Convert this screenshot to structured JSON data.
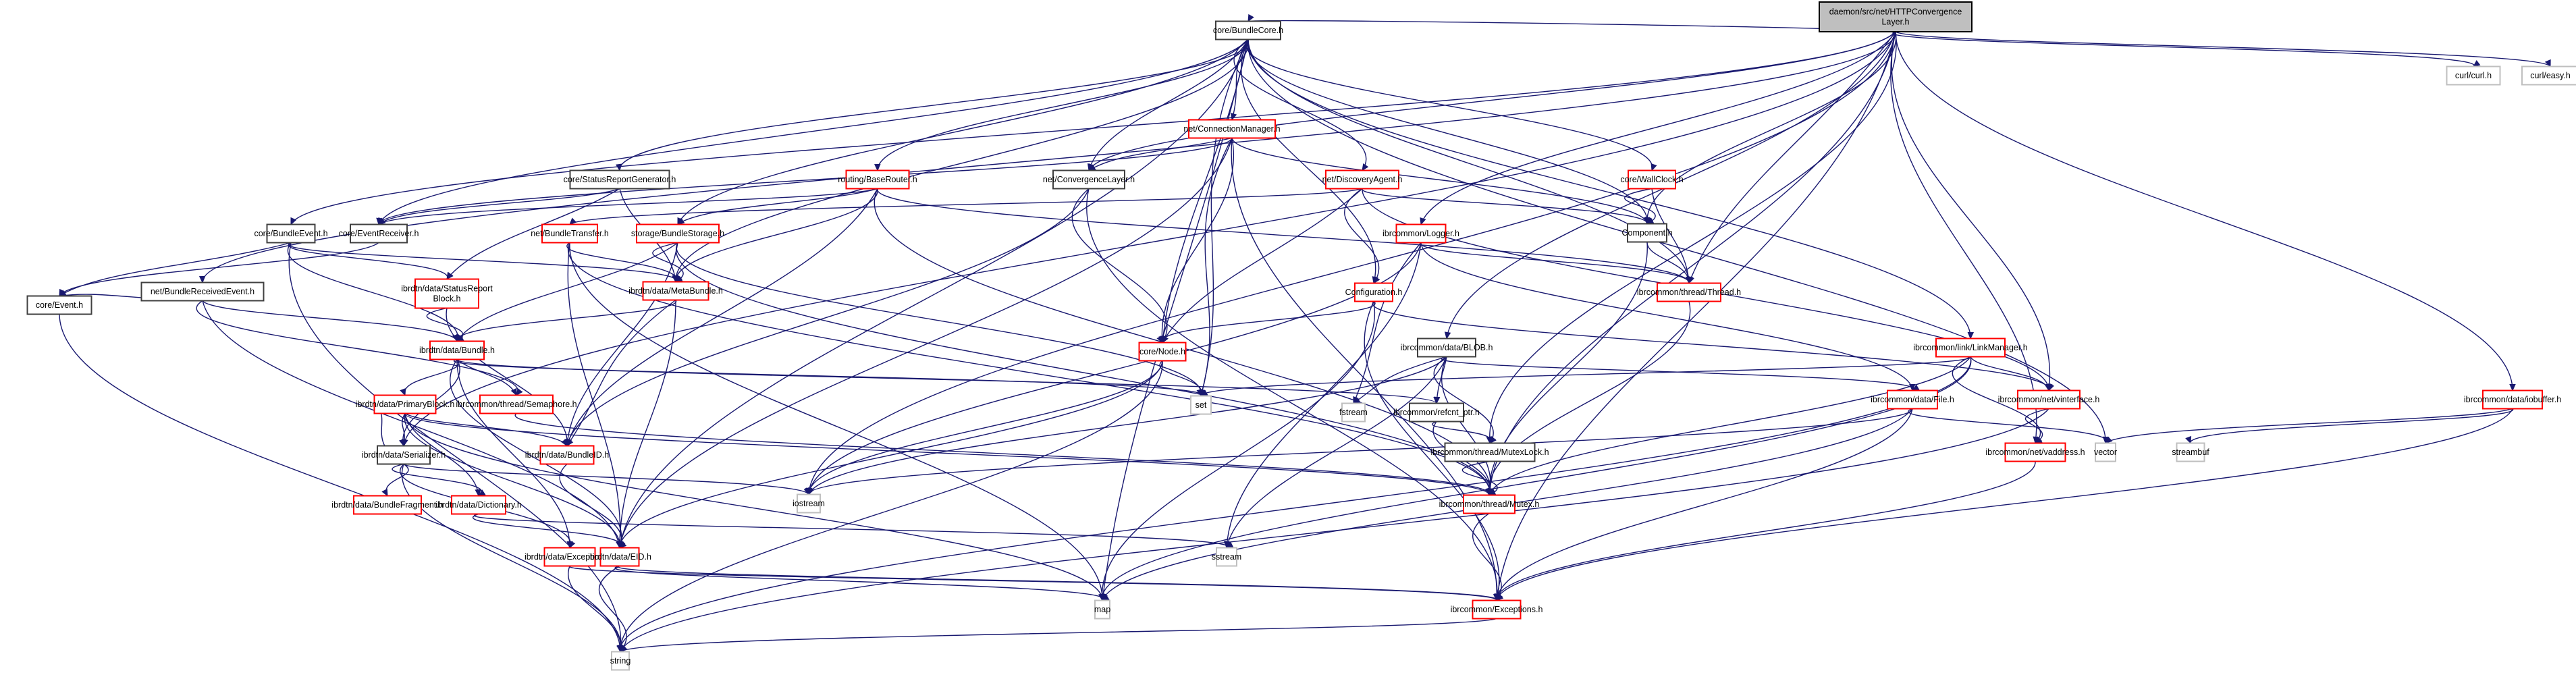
{
  "graph_title": "daemon/src/net/HTTPConvergenceLayer.h include dependency graph",
  "legend_colors": {
    "root_fill": "#bfbfbf",
    "documented_border": "#404040",
    "undocumented_border": "#ff0000",
    "system_header_border": "#bfbfbf",
    "edge": "#191970"
  },
  "nodes": [
    {
      "id": "root",
      "label": [
        "daemon/src/net/HTTPConvergence",
        "Layer.h"
      ],
      "kind": "root"
    },
    {
      "id": "bundlecore",
      "label": [
        "core/BundleCore.h"
      ],
      "kind": "documented"
    },
    {
      "id": "connmgr",
      "label": [
        "net/ConnectionManager.h"
      ],
      "kind": "undocumented"
    },
    {
      "id": "discovery",
      "label": [
        "net/DiscoveryAgent.h"
      ],
      "kind": "undocumented"
    },
    {
      "id": "wallclock",
      "label": [
        "core/WallClock.h"
      ],
      "kind": "undocumented"
    },
    {
      "id": "statusgen",
      "label": [
        "core/StatusReportGenerator.h"
      ],
      "kind": "documented"
    },
    {
      "id": "baserouter",
      "label": [
        "routing/BaseRouter.h"
      ],
      "kind": "undocumented"
    },
    {
      "id": "convlayer",
      "label": [
        "net/ConvergenceLayer.h"
      ],
      "kind": "documented"
    },
    {
      "id": "component",
      "label": [
        "Component.h"
      ],
      "kind": "documented"
    },
    {
      "id": "bundleevent",
      "label": [
        "core/BundleEvent.h"
      ],
      "kind": "documented"
    },
    {
      "id": "eventreceiver",
      "label": [
        "core/EventReceiver.h"
      ],
      "kind": "documented"
    },
    {
      "id": "bundletransfer",
      "label": [
        "net/BundleTransfer.h"
      ],
      "kind": "undocumented"
    },
    {
      "id": "bundlestorage",
      "label": [
        "storage/BundleStorage.h"
      ],
      "kind": "undocumented"
    },
    {
      "id": "logger",
      "label": [
        "ibrcommon/Logger.h"
      ],
      "kind": "undocumented"
    },
    {
      "id": "thread",
      "label": [
        "ibrcommon/thread/Thread.h"
      ],
      "kind": "undocumented"
    },
    {
      "id": "recvevent",
      "label": [
        "net/BundleReceivedEvent.h"
      ],
      "kind": "documented"
    },
    {
      "id": "event",
      "label": [
        "core/Event.h"
      ],
      "kind": "documented"
    },
    {
      "id": "statusblock",
      "label": [
        "ibrdtn/data/StatusReport",
        "Block.h"
      ],
      "kind": "undocumented"
    },
    {
      "id": "metabundle",
      "label": [
        "ibrdtn/data/MetaBundle.h"
      ],
      "kind": "undocumented"
    },
    {
      "id": "configuration",
      "label": [
        "Configuration.h"
      ],
      "kind": "undocumented"
    },
    {
      "id": "bundle",
      "label": [
        "ibrdtn/data/Bundle.h"
      ],
      "kind": "undocumented"
    },
    {
      "id": "node",
      "label": [
        "core/Node.h"
      ],
      "kind": "undocumented"
    },
    {
      "id": "blob",
      "label": [
        "ibrcommon/data/BLOB.h"
      ],
      "kind": "documented"
    },
    {
      "id": "linkmgr",
      "label": [
        "ibrcommon/link/LinkManager.h"
      ],
      "kind": "undocumented"
    },
    {
      "id": "iobuffer",
      "label": [
        "ibrcommon/data/iobuffer.h"
      ],
      "kind": "undocumented"
    },
    {
      "id": "primaryblock",
      "label": [
        "ibrdtn/data/PrimaryBlock.h"
      ],
      "kind": "undocumented"
    },
    {
      "id": "semaphore",
      "label": [
        "ibrcommon/thread/Semaphore.h"
      ],
      "kind": "undocumented"
    },
    {
      "id": "set",
      "label": [
        "set"
      ],
      "kind": "system"
    },
    {
      "id": "fstream",
      "label": [
        "fstream"
      ],
      "kind": "system"
    },
    {
      "id": "refcnt",
      "label": [
        "ibrcommon/refcnt_ptr.h"
      ],
      "kind": "documented"
    },
    {
      "id": "file",
      "label": [
        "ibrcommon/data/File.h"
      ],
      "kind": "undocumented"
    },
    {
      "id": "vinterface",
      "label": [
        "ibrcommon/net/vinterface.h"
      ],
      "kind": "undocumented"
    },
    {
      "id": "serializer",
      "label": [
        "ibrdtn/data/Serializer.h"
      ],
      "kind": "documented"
    },
    {
      "id": "bundleid",
      "label": [
        "ibrdtn/data/BundleID.h"
      ],
      "kind": "undocumented"
    },
    {
      "id": "mutexlock",
      "label": [
        "ibrcommon/thread/MutexLock.h"
      ],
      "kind": "documented"
    },
    {
      "id": "vaddress",
      "label": [
        "ibrcommon/net/vaddress.h"
      ],
      "kind": "undocumented"
    },
    {
      "id": "vector",
      "label": [
        "vector"
      ],
      "kind": "system"
    },
    {
      "id": "streambuf",
      "label": [
        "streambuf"
      ],
      "kind": "system"
    },
    {
      "id": "bundlefragment",
      "label": [
        "ibrdtn/data/BundleFragment.h"
      ],
      "kind": "undocumented"
    },
    {
      "id": "dictionary",
      "label": [
        "ibrdtn/data/Dictionary.h"
      ],
      "kind": "undocumented"
    },
    {
      "id": "iostream",
      "label": [
        "iostream"
      ],
      "kind": "system"
    },
    {
      "id": "mutex",
      "label": [
        "ibrcommon/thread/Mutex.h"
      ],
      "kind": "undocumented"
    },
    {
      "id": "exceptions",
      "label": [
        "ibrdtn/data/Exceptions.h"
      ],
      "kind": "undocumented"
    },
    {
      "id": "eid",
      "label": [
        "ibrdtn/data/EID.h"
      ],
      "kind": "undocumented"
    },
    {
      "id": "sstream",
      "label": [
        "sstream"
      ],
      "kind": "system"
    },
    {
      "id": "map",
      "label": [
        "map"
      ],
      "kind": "system"
    },
    {
      "id": "ibrexceptions",
      "label": [
        "ibrcommon/Exceptions.h"
      ],
      "kind": "undocumented"
    },
    {
      "id": "string",
      "label": [
        "string"
      ],
      "kind": "system"
    },
    {
      "id": "curl",
      "label": [
        "curl/curl.h"
      ],
      "kind": "system"
    },
    {
      "id": "curleasy",
      "label": [
        "curl/easy.h"
      ],
      "kind": "system"
    }
  ],
  "edges": [
    [
      "root",
      "bundlecore"
    ],
    [
      "root",
      "bundleevent"
    ],
    [
      "root",
      "recvevent"
    ],
    [
      "root",
      "convlayer"
    ],
    [
      "root",
      "logger"
    ],
    [
      "root",
      "component"
    ],
    [
      "root",
      "thread"
    ],
    [
      "root",
      "blob"
    ],
    [
      "root",
      "vinterface"
    ],
    [
      "root",
      "vaddress"
    ],
    [
      "root",
      "mutexlock"
    ],
    [
      "root",
      "iobuffer"
    ],
    [
      "root",
      "curl"
    ],
    [
      "root",
      "curleasy"
    ],
    [
      "root",
      "ibrexceptions"
    ],
    [
      "root",
      "mutex"
    ],
    [
      "root",
      "serializer"
    ],
    [
      "root",
      "iostream"
    ],
    [
      "bundlecore",
      "connmgr"
    ],
    [
      "bundlecore",
      "discovery"
    ],
    [
      "bundlecore",
      "wallclock"
    ],
    [
      "bundlecore",
      "statusgen"
    ],
    [
      "bundlecore",
      "baserouter"
    ],
    [
      "bundlecore",
      "convlayer"
    ],
    [
      "bundlecore",
      "component"
    ],
    [
      "bundlecore",
      "eventreceiver"
    ],
    [
      "bundlecore",
      "bundlestorage"
    ],
    [
      "bundlecore",
      "configuration"
    ],
    [
      "bundlecore",
      "linkmgr"
    ],
    [
      "bundlecore",
      "node"
    ],
    [
      "bundlecore",
      "set"
    ],
    [
      "bundlecore",
      "map"
    ],
    [
      "bundlecore",
      "vector"
    ],
    [
      "bundlecore",
      "eid"
    ],
    [
      "bundlecore",
      "metabundle"
    ],
    [
      "bundlecore",
      "thread"
    ],
    [
      "connmgr",
      "convlayer"
    ],
    [
      "connmgr",
      "node"
    ],
    [
      "connmgr",
      "eventreceiver"
    ],
    [
      "connmgr",
      "component"
    ],
    [
      "connmgr",
      "set"
    ],
    [
      "connmgr",
      "eid"
    ],
    [
      "connmgr",
      "ibrexceptions"
    ],
    [
      "discovery",
      "component"
    ],
    [
      "discovery",
      "node"
    ],
    [
      "discovery",
      "configuration"
    ],
    [
      "discovery",
      "bundletransfer"
    ],
    [
      "discovery",
      "vinterface"
    ],
    [
      "wallclock",
      "component"
    ],
    [
      "wallclock",
      "thread"
    ],
    [
      "statusgen",
      "eventreceiver"
    ],
    [
      "statusgen",
      "metabundle"
    ],
    [
      "statusgen",
      "statusblock"
    ],
    [
      "baserouter",
      "eventreceiver"
    ],
    [
      "baserouter",
      "bundlestorage"
    ],
    [
      "baserouter",
      "metabundle"
    ],
    [
      "baserouter",
      "bundleid"
    ],
    [
      "baserouter",
      "thread"
    ],
    [
      "baserouter",
      "mutex"
    ],
    [
      "convlayer",
      "node"
    ],
    [
      "convlayer",
      "bundleid"
    ],
    [
      "convlayer",
      "ibrexceptions"
    ],
    [
      "component",
      "thread"
    ],
    [
      "component",
      "mutex"
    ],
    [
      "bundleevent",
      "event"
    ],
    [
      "bundleevent",
      "statusblock"
    ],
    [
      "bundleevent",
      "metabundle"
    ],
    [
      "bundleevent",
      "bundle"
    ],
    [
      "bundleevent",
      "string"
    ],
    [
      "eventreceiver",
      "event"
    ],
    [
      "bundletransfer",
      "metabundle"
    ],
    [
      "bundletransfer",
      "eid"
    ],
    [
      "bundletransfer",
      "mutex"
    ],
    [
      "bundletransfer",
      "map"
    ],
    [
      "bundlestorage",
      "bundle"
    ],
    [
      "bundlestorage",
      "metabundle"
    ],
    [
      "bundlestorage",
      "bundleid"
    ],
    [
      "bundlestorage",
      "set"
    ],
    [
      "bundlestorage",
      "mutex"
    ],
    [
      "logger",
      "thread"
    ],
    [
      "logger",
      "fstream"
    ],
    [
      "logger",
      "iostream"
    ],
    [
      "logger",
      "file"
    ],
    [
      "logger",
      "sstream"
    ],
    [
      "thread",
      "mutex"
    ],
    [
      "recvevent",
      "event"
    ],
    [
      "recvevent",
      "bundle"
    ],
    [
      "recvevent",
      "eid"
    ],
    [
      "recvevent",
      "semaphore"
    ],
    [
      "event",
      "string"
    ],
    [
      "statusblock",
      "bundle"
    ],
    [
      "statusblock",
      "bundleid"
    ],
    [
      "metabundle",
      "bundle"
    ],
    [
      "metabundle",
      "bundleid"
    ],
    [
      "metabundle",
      "eid"
    ],
    [
      "configuration",
      "node"
    ],
    [
      "configuration",
      "vinterface"
    ],
    [
      "configuration",
      "map"
    ],
    [
      "configuration",
      "ibrexceptions"
    ],
    [
      "bundle",
      "primaryblock"
    ],
    [
      "bundle",
      "semaphore"
    ],
    [
      "bundle",
      "serializer"
    ],
    [
      "bundle",
      "refcnt"
    ],
    [
      "bundle",
      "set"
    ],
    [
      "bundle",
      "exceptions"
    ],
    [
      "bundle",
      "eid"
    ],
    [
      "node",
      "set"
    ],
    [
      "node",
      "eid"
    ],
    [
      "node",
      "iostream"
    ],
    [
      "node",
      "string"
    ],
    [
      "blob",
      "fstream"
    ],
    [
      "blob",
      "refcnt"
    ],
    [
      "blob",
      "mutexlock"
    ],
    [
      "blob",
      "mutex"
    ],
    [
      "blob",
      "file"
    ],
    [
      "blob",
      "iostream"
    ],
    [
      "blob",
      "sstream"
    ],
    [
      "linkmgr",
      "vinterface"
    ],
    [
      "linkmgr",
      "vaddress"
    ],
    [
      "linkmgr",
      "set"
    ],
    [
      "linkmgr",
      "mutex"
    ],
    [
      "linkmgr",
      "string"
    ],
    [
      "linkmgr",
      "map"
    ],
    [
      "iobuffer",
      "vector"
    ],
    [
      "iobuffer",
      "streambuf"
    ],
    [
      "iobuffer",
      "ibrexceptions"
    ],
    [
      "primaryblock",
      "serializer"
    ],
    [
      "primaryblock",
      "bundleid"
    ],
    [
      "primaryblock",
      "dictionary"
    ],
    [
      "primaryblock",
      "eid"
    ],
    [
      "primaryblock",
      "mutex"
    ],
    [
      "primaryblock",
      "map"
    ],
    [
      "semaphore",
      "mutex"
    ],
    [
      "refcnt",
      "mutexlock"
    ],
    [
      "refcnt",
      "mutex"
    ],
    [
      "file",
      "vector"
    ],
    [
      "file",
      "iostream"
    ],
    [
      "file",
      "ibrexceptions"
    ],
    [
      "file",
      "map"
    ],
    [
      "vinterface",
      "vaddress"
    ],
    [
      "vinterface",
      "string"
    ],
    [
      "serializer",
      "primaryblock"
    ],
    [
      "serializer",
      "bundlefragment"
    ],
    [
      "serializer",
      "dictionary"
    ],
    [
      "serializer",
      "exceptions"
    ],
    [
      "serializer",
      "string"
    ],
    [
      "serializer",
      "iostream"
    ],
    [
      "bundleid",
      "eid"
    ],
    [
      "mutexlock",
      "mutex"
    ],
    [
      "vaddress",
      "ibrexceptions"
    ],
    [
      "dictionary",
      "eid"
    ],
    [
      "dictionary",
      "sstream"
    ],
    [
      "mutex",
      "ibrexceptions"
    ],
    [
      "exceptions",
      "string"
    ],
    [
      "exceptions",
      "ibrexceptions"
    ],
    [
      "eid",
      "string"
    ],
    [
      "eid",
      "map"
    ],
    [
      "eid",
      "ibrexceptions"
    ],
    [
      "ibrexceptions",
      "string"
    ]
  ]
}
